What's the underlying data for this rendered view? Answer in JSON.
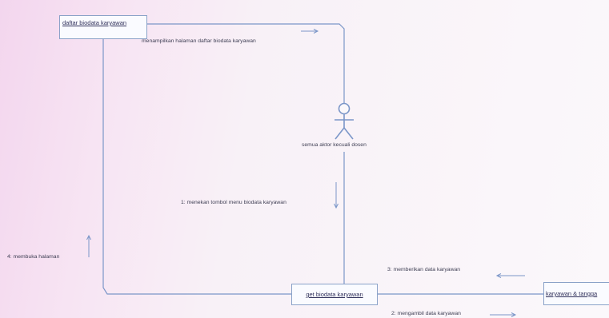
{
  "objects": {
    "daftar": "daftar biodata karyawan",
    "get": "get  biodata  karyawan",
    "karyawan": "karyawan & tangga"
  },
  "actor": {
    "label": "semua aktor kecuali dosen"
  },
  "messages": {
    "menampilkan": "menampilkan halaman daftar biodata karyawan",
    "menekan": "1: menekan tombol menu biodata karyawan",
    "membuka": "4: membuka halaman",
    "memberikan": "3: memberikan data karyawan",
    "mengambil": "2: mengambil data karyawan"
  },
  "colors": {
    "line": "#7b96c8",
    "box_border": "#8aa2c8",
    "background_pink": "#f3d6ee"
  }
}
